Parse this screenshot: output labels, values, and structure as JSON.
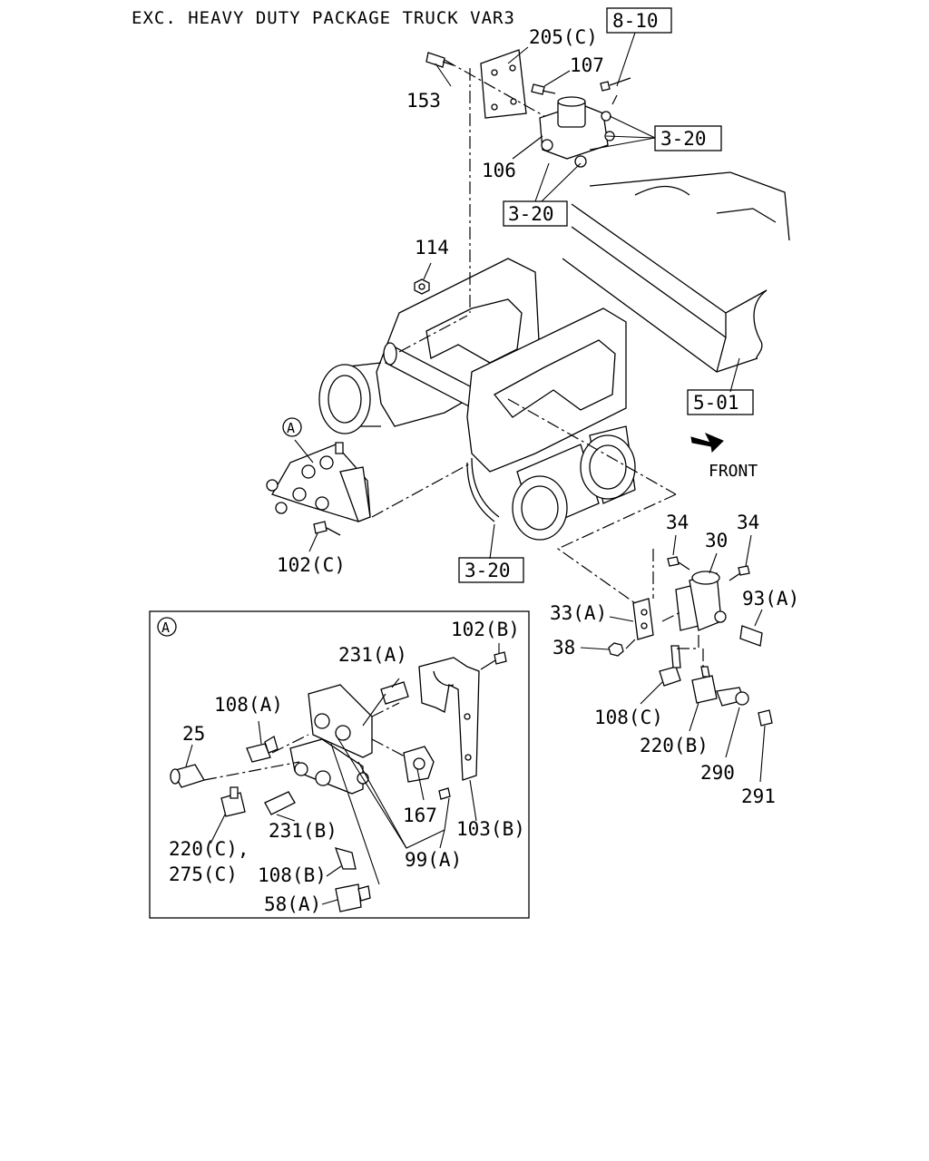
{
  "title": "EXC. HEAVY DUTY PACKAGE TRUCK VAR3",
  "refs": {
    "r810": "8-10",
    "r320_a": "3-20",
    "r320_b": "3-20",
    "r320_c": "3-20",
    "r501": "5-01"
  },
  "labels": {
    "p205c": "205(C)",
    "p107": "107",
    "p153": "153",
    "p106": "106",
    "p114": "114",
    "pA_marker": "A",
    "p102c": "102(C)",
    "front": "FRONT",
    "p34_left": "34",
    "p30": "30",
    "p34_right": "34",
    "p93a": "93(A)",
    "p33a": "33(A)",
    "p38": "38",
    "p108c": "108(C)",
    "p220b": "220(B)",
    "p290": "290",
    "p291": "291"
  },
  "detail": {
    "marker": "A",
    "labels": {
      "p102b": "102(B)",
      "p231a": "231(A)",
      "p108a": "108(A)",
      "p25": "25",
      "p167": "167",
      "p103b": "103(B)",
      "p220c": "220(C),",
      "p275c": "275(C)",
      "p231b": "231(B)",
      "p99a": "99(A)",
      "p108b": "108(B)",
      "p58a": "58(A)"
    }
  },
  "icons": [
    "front-arrow-icon",
    "detail-marker-icon"
  ]
}
